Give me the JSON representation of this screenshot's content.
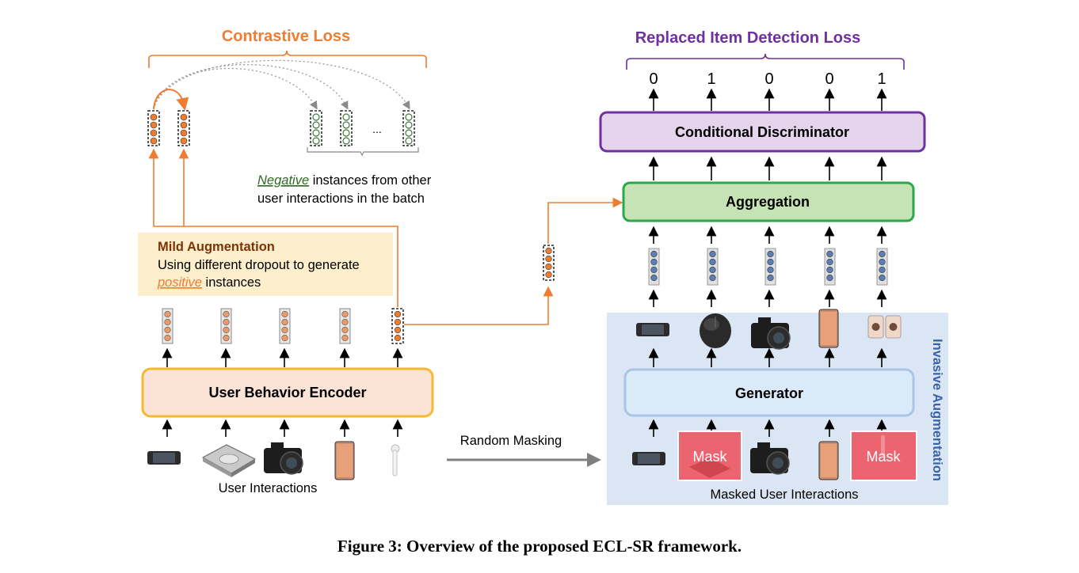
{
  "contrastive": {
    "title": "Contrastive Loss",
    "neg_word": "Negative",
    "neg_rest": " instances from other",
    "neg_line2": "user interactions in the batch",
    "ellipsis": "..."
  },
  "mild": {
    "title": "Mild Augmentation",
    "line1": "Using different dropout to generate",
    "pos_word": "positive",
    "pos_rest": " instances"
  },
  "encoder": {
    "label": "User Behavior Encoder"
  },
  "user_interactions": {
    "label": "User Interactions"
  },
  "random_masking": {
    "label": "Random Masking"
  },
  "rid": {
    "title": "Replaced Item Detection Loss",
    "outputs": [
      "0",
      "1",
      "0",
      "0",
      "1"
    ]
  },
  "discriminator": {
    "label": "Conditional Discriminator"
  },
  "aggregation": {
    "label": "Aggregation"
  },
  "generator": {
    "label": "Generator"
  },
  "invasive": {
    "label": "Invasive Augmentation"
  },
  "mask": {
    "label1": "Mask",
    "label2": "Mask"
  },
  "masked_interactions": {
    "label": "Masked User Interactions"
  },
  "caption": "Figure 3: Overview of the proposed ECL-SR framework.",
  "colors": {
    "orange": "#ee7d31",
    "purple": "#7030a0",
    "green_text": "#2e6b22",
    "encoder_fill": "#fbe3d6",
    "encoder_border": "#f5b830",
    "mild_fill": "#fdefcb",
    "discriminator_fill": "#e4d5ed",
    "aggregation_fill": "#c6e3b6",
    "aggregation_border": "#2aa84a",
    "invasive_fill": "#dbe6f4",
    "generator_fill": "#dbeaf8",
    "generator_border": "#a7c6e6",
    "mask_fill": "#ec6470"
  }
}
